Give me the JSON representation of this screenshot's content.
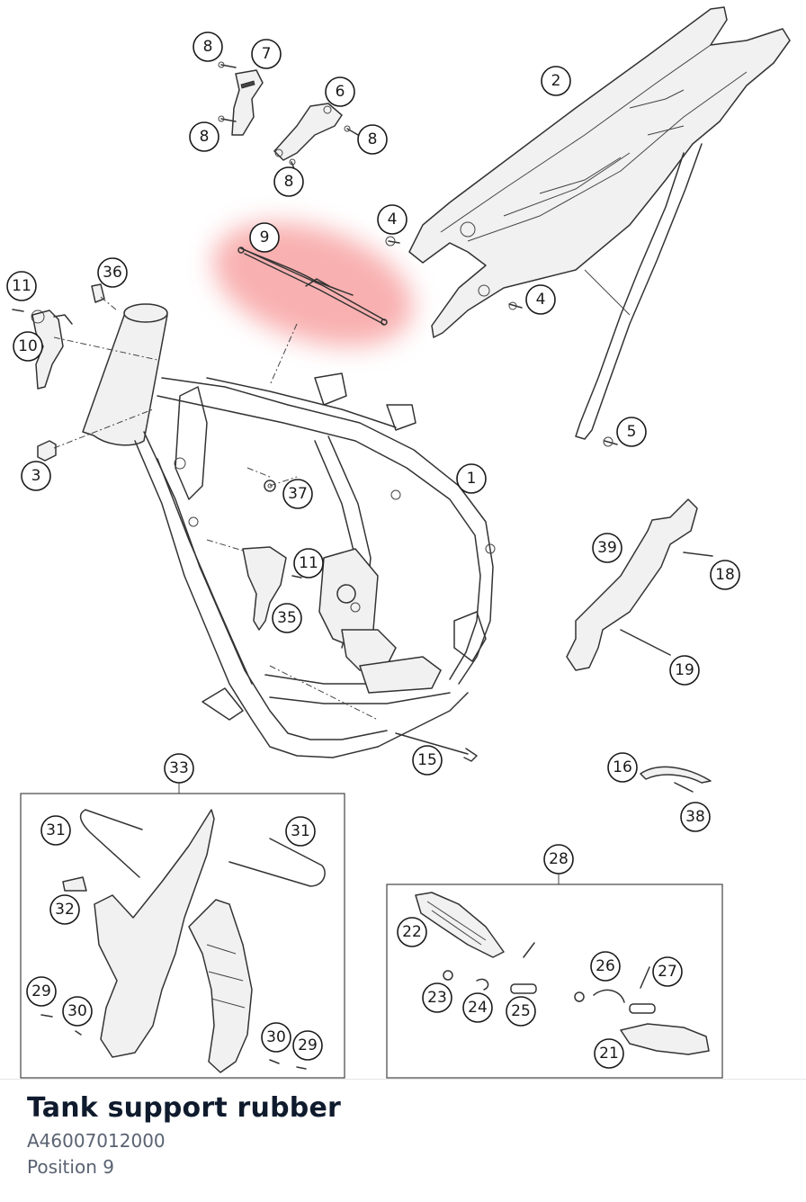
{
  "diagram": {
    "highlight_color": "#f8a3a3",
    "callouts": [
      "1",
      "2",
      "3",
      "4",
      "4",
      "5",
      "6",
      "7",
      "8",
      "8",
      "8",
      "8",
      "9",
      "10",
      "11",
      "11",
      "15",
      "16",
      "18",
      "19",
      "21",
      "22",
      "23",
      "24",
      "25",
      "26",
      "27",
      "28",
      "29",
      "29",
      "30",
      "30",
      "31",
      "31",
      "32",
      "33",
      "35",
      "36",
      "37",
      "38",
      "39"
    ],
    "highlighted_callout": "9"
  },
  "part": {
    "title": "Tank support rubber",
    "number": "A46007012000",
    "position": "Position 9"
  }
}
